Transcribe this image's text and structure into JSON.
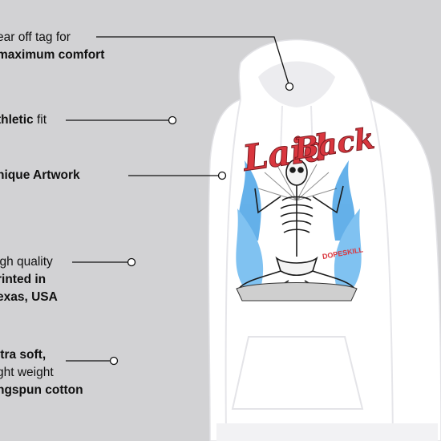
{
  "callouts": [
    {
      "line1": "ear off tag for",
      "line2": "maximum comfort"
    },
    {
      "bold": "thletic",
      "normal": " fit"
    },
    {
      "line1": "nique Artwork"
    },
    {
      "line1": "igh quality",
      "line2": "rinted in",
      "line3": "exas, USA"
    },
    {
      "line1": "ltra soft,",
      "line2": "ght weight",
      "line3": "ngspun cotton"
    }
  ],
  "artwork": {
    "title_a": "Laid",
    "title_b": "Back",
    "brand": "DOPESKILL"
  },
  "colors": {
    "background": "#d2d2d4",
    "hoodie": "#ffffff",
    "hoodie_shade": "#e7e7ea",
    "artwork_red": "#d9363e",
    "flame_blue": "#4aa3e6",
    "line": "#111111"
  }
}
